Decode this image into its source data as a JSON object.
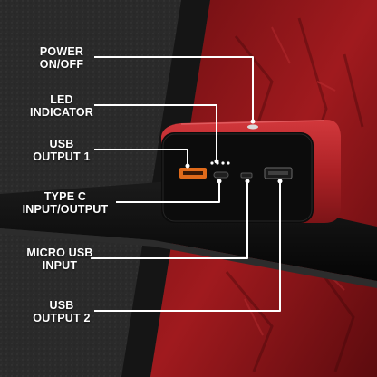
{
  "callouts": [
    {
      "id": "power",
      "text": "POWER\nON/OFF"
    },
    {
      "id": "led",
      "text": "LED\nINDICATOR"
    },
    {
      "id": "usb1",
      "text": "USB\nOUTPUT 1"
    },
    {
      "id": "typec",
      "text": "TYPE C\nINPUT/OUTPUT"
    },
    {
      "id": "micro",
      "text": "MICRO USB\nINPUT"
    },
    {
      "id": "usb2",
      "text": "USB\nOUTPUT 2"
    }
  ],
  "colors": {
    "background_left": "#2b2b2b",
    "background_right": "#8e1418",
    "shelf": "#0c0c0c",
    "body": "#b0262a",
    "faceplate": "#0d0d0d",
    "usb_port_accent": "#e06a1a",
    "led": "#ffffff",
    "callout_line": "#ffffff"
  }
}
